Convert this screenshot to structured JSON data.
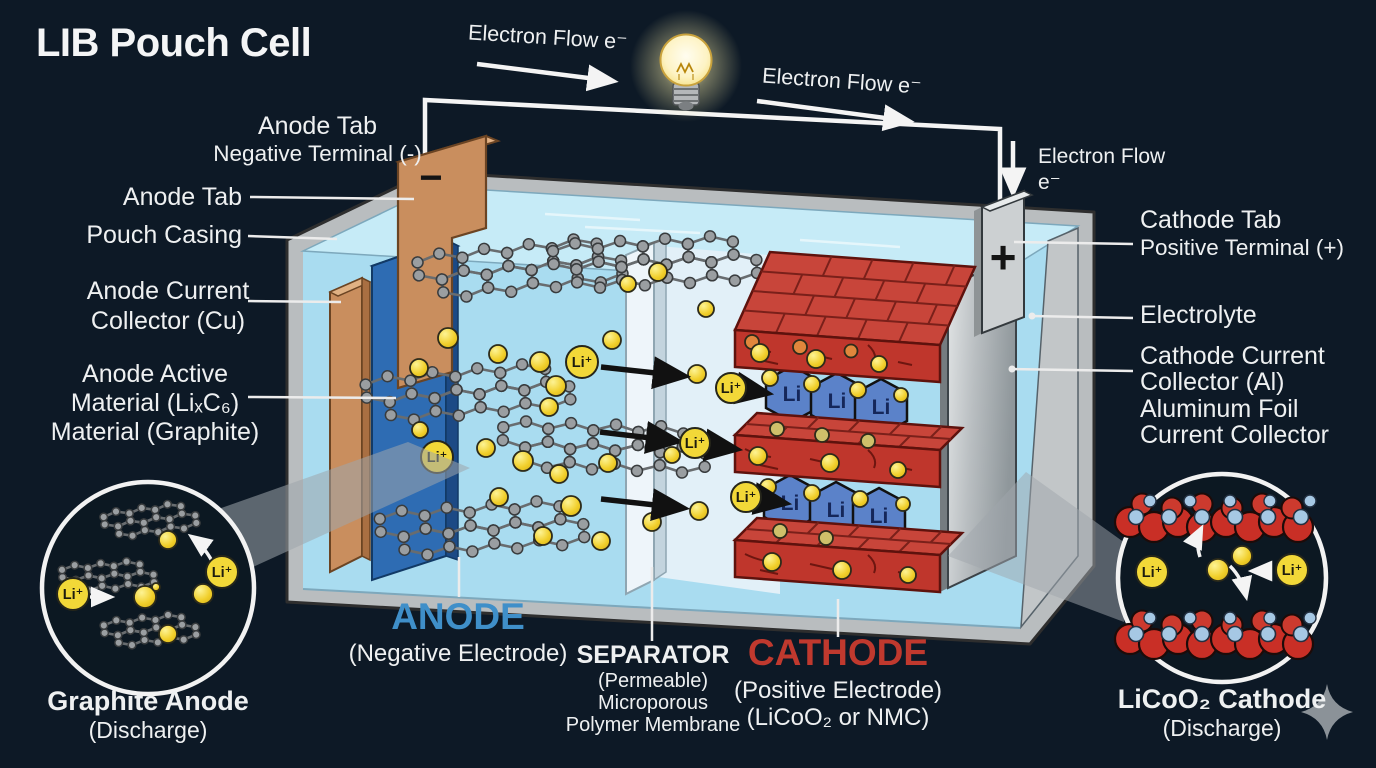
{
  "title": "LIB Pouch Cell",
  "circuit": {
    "electron_flow_top_left": "Electron Flow e⁻",
    "electron_flow_top_right": "Electron Flow e⁻",
    "electron_flow_right_line1": "Electron Flow",
    "electron_flow_right_line2": "e⁻"
  },
  "terminals": {
    "anode_sign": "−",
    "cathode_sign": "+"
  },
  "ions": {
    "label": "Li⁺",
    "li_label": "Li"
  },
  "left_labels": {
    "anode_tab_title": "Anode Tab",
    "anode_tab_subtitle": "Negative Terminal (-)",
    "anode_tab": "Anode Tab",
    "pouch_casing": "Pouch Casing",
    "anode_current_collector_line1": "Anode Current",
    "anode_current_collector_line2": "Collector (Cu)",
    "anode_active_line1": "Anode Active",
    "anode_active_line2": "Material (LiₓC₆)",
    "anode_active_line3": "Material (Graphite)"
  },
  "right_labels": {
    "cathode_tab_title": "Cathode Tab",
    "cathode_tab_subtitle": "Positive Terminal (+)",
    "electrolyte": "Electrolyte",
    "cathode_cc_line1": "Cathode Current",
    "cathode_cc_line2": "Collector (Al)",
    "cathode_cc_line3": "Aluminum Foil",
    "cathode_cc_line4": "Current Collector"
  },
  "bottom_labels": {
    "anode_title": "ANODE",
    "anode_subtitle": "(Negative Electrode)",
    "separator_title": "SEPARATOR",
    "separator_sub1": "(Permeable)",
    "separator_sub2": "Microporous",
    "separator_sub3": "Polymer Membrane",
    "cathode_title": "CATHODE",
    "cathode_sub1": "(Positive Electrode)",
    "cathode_sub2": "(LiCoO₂ or NMC)"
  },
  "insets": {
    "left": {
      "caption_line1": "Graphite Anode",
      "caption_line2": "(Discharge)"
    },
    "right": {
      "caption_line1": "LiCoO₂ Cathode",
      "caption_line2": "(Discharge)"
    }
  },
  "colors": {
    "background": "#0d1926",
    "anode_label_blue": "#3f8fc9",
    "cathode_label_red": "#c0392e",
    "ion_yellow": "#f2cf2e",
    "copper": "#c98e5e",
    "anode_active_blue": "#2e6cb3",
    "cathode_red": "#bf362c",
    "electrolyte_blue": "#a9dcf0",
    "casing_gray": "#b9bdbf"
  }
}
